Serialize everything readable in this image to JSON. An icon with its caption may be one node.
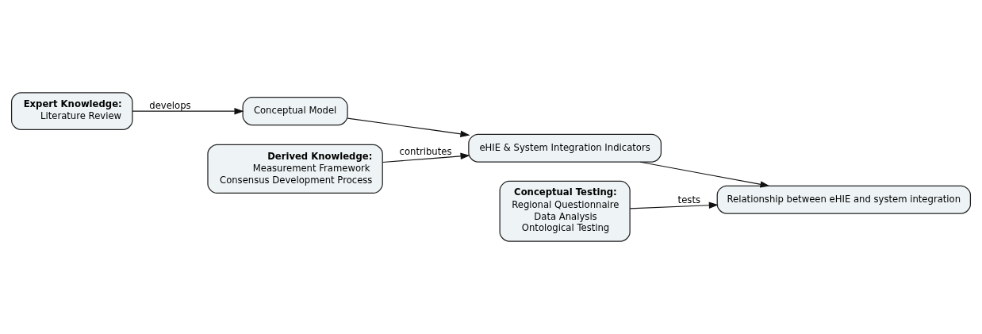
{
  "diagram": {
    "nodes": [
      {
        "text": [
          "Expert Knowledge:",
          "Literature Review"
        ]
      },
      {
        "text": [
          "Conceptual Model"
        ]
      },
      {
        "text": [
          "Derived Knowledge:",
          "Measurement Framework",
          "Consensus Development Process"
        ]
      },
      {
        "text": [
          "eHIE & System Integration Indicators"
        ]
      },
      {
        "text": [
          "Conceptual Testing:",
          "Regional Questionnaire",
          "Data Analysis",
          "Ontological Testing"
        ]
      },
      {
        "text": [
          "Relationship between eHIE and system integration"
        ]
      }
    ],
    "edges": [
      {
        "from": 0,
        "to": 1,
        "arrow": "to",
        "label": "develops"
      },
      {
        "from": 1,
        "to": 3,
        "arrow": "to"
      },
      {
        "from": 2,
        "to": 3,
        "arrow": "to",
        "label": "contributes"
      },
      {
        "from": 3,
        "to": 5,
        "arrow": "to"
      },
      {
        "from": 4,
        "to": 5,
        "arrow": "to",
        "label": "tests"
      }
    ]
  }
}
